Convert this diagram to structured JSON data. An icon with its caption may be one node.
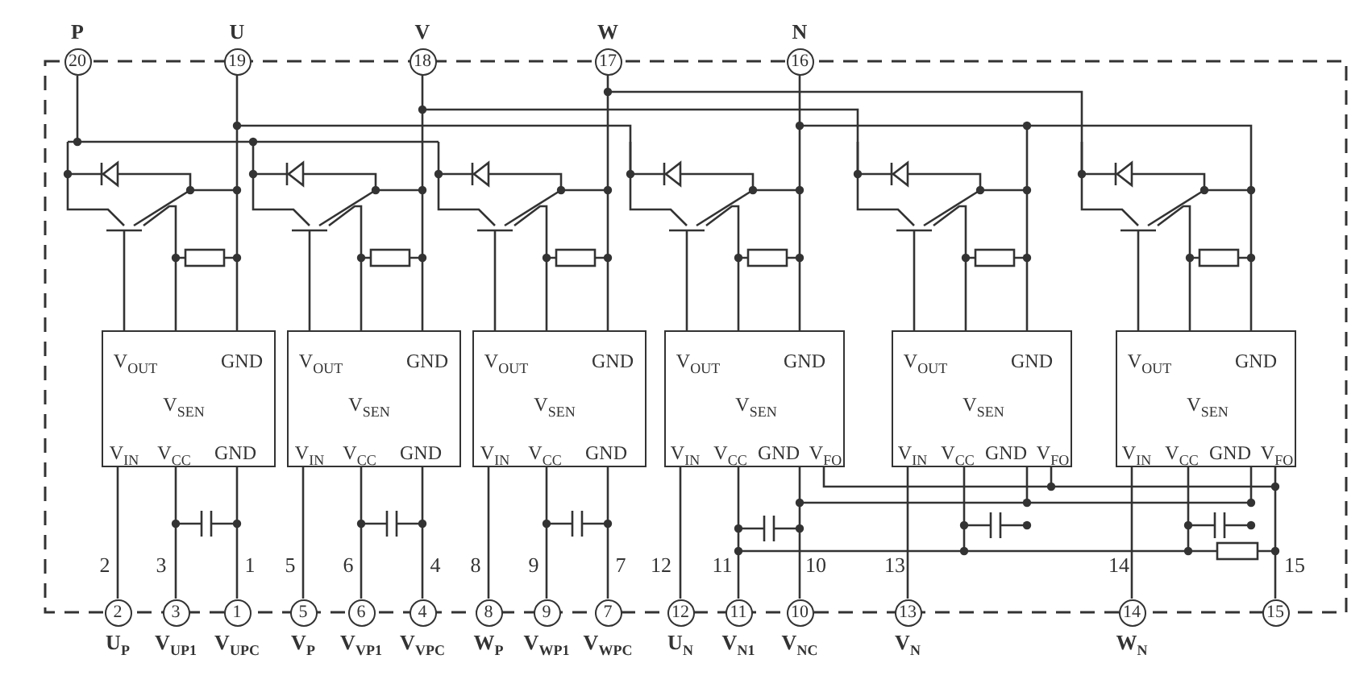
{
  "diagram": {
    "nodes": [
      {
        "text": [
          "20"
        ],
        "beside": [
          "P"
        ]
      },
      {
        "text": [
          "19"
        ],
        "beside": [
          "U"
        ]
      },
      {
        "text": [
          "18"
        ],
        "beside": [
          "V"
        ]
      },
      {
        "text": [
          "17"
        ],
        "beside": [
          "W"
        ]
      },
      {
        "text": [
          "16"
        ],
        "beside": [
          "N"
        ]
      },
      {
        "text": [
          "V$_{OUT}$",
          "GND",
          "V$_{SEN}$",
          "V$_{IN}$",
          "V$_{CC}$",
          "GND"
        ]
      },
      {
        "text": [
          "V$_{OUT}$",
          "GND",
          "V$_{SEN}$",
          "V$_{IN}$",
          "V$_{CC}$",
          "GND"
        ]
      },
      {
        "text": [
          "V$_{OUT}$",
          "GND",
          "V$_{SEN}$",
          "V$_{IN}$",
          "V$_{CC}$",
          "GND"
        ]
      },
      {
        "text": [
          "V$_{OUT}$",
          "GND",
          "V$_{SEN}$",
          "V$_{IN}$",
          "V$_{CC}$",
          "GND",
          "V$_{FO}$"
        ]
      },
      {
        "text": [
          "V$_{OUT}$",
          "GND",
          "V$_{SEN}$",
          "V$_{IN}$",
          "V$_{CC}$",
          "GND",
          "V$_{FO}$"
        ]
      },
      {
        "text": [
          "V$_{OUT}$",
          "GND",
          "V$_{SEN}$",
          "V$_{IN}$",
          "V$_{CC}$",
          "GND",
          "V$_{FO}$"
        ]
      },
      {
        "text": [
          "2"
        ],
        "beside": [
          "U$_{P}$"
        ]
      },
      {
        "text": [
          "3"
        ],
        "beside": [
          "V$_{UP1}$"
        ]
      },
      {
        "text": [
          "1"
        ],
        "beside": [
          "V$_{UPC}$"
        ]
      },
      {
        "text": [
          "5"
        ],
        "beside": [
          "V$_{P}$"
        ]
      },
      {
        "text": [
          "6"
        ],
        "beside": [
          "V$_{VP1}$"
        ]
      },
      {
        "text": [
          "4"
        ],
        "beside": [
          "V$_{VPC}$"
        ]
      },
      {
        "text": [
          "8"
        ],
        "beside": [
          "W$_{P}$"
        ]
      },
      {
        "text": [
          "9"
        ],
        "beside": [
          "V$_{WP1}$"
        ]
      },
      {
        "text": [
          "7"
        ],
        "beside": [
          "V$_{WPC}$"
        ]
      },
      {
        "text": [
          "12"
        ],
        "beside": [
          "U$_{N}$"
        ]
      },
      {
        "text": [
          "11"
        ],
        "beside": [
          "V$_{N1}$"
        ]
      },
      {
        "text": [
          "10"
        ],
        "beside": [
          "V$_{NC}$"
        ]
      },
      {
        "text": [
          "13"
        ],
        "beside": [
          "V$_{N}$"
        ]
      },
      {
        "text": [
          "14"
        ],
        "beside": [
          "W$_{N}$"
        ]
      },
      {
        "text": [
          "15"
        ]
      }
    ],
    "edges": [
      {
        "from": 1,
        "to": 5,
        "arrow": "none"
      },
      {
        "from": 2,
        "to": 6,
        "arrow": "none"
      },
      {
        "from": 3,
        "to": 7,
        "arrow": "none"
      },
      {
        "from": 4,
        "to": 8,
        "arrow": "none"
      },
      {
        "from": 11,
        "to": 5,
        "arrow": "none"
      },
      {
        "from": 12,
        "to": 5,
        "arrow": "none"
      },
      {
        "from": 13,
        "to": 5,
        "arrow": "none"
      },
      {
        "from": 14,
        "to": 6,
        "arrow": "none"
      },
      {
        "from": 15,
        "to": 6,
        "arrow": "none"
      },
      {
        "from": 16,
        "to": 6,
        "arrow": "none"
      },
      {
        "from": 17,
        "to": 7,
        "arrow": "none"
      },
      {
        "from": 18,
        "to": 7,
        "arrow": "none"
      },
      {
        "from": 19,
        "to": 7,
        "arrow": "none"
      },
      {
        "from": 20,
        "to": 8,
        "arrow": "none"
      },
      {
        "from": 21,
        "to": 8,
        "arrow": "none"
      },
      {
        "from": 22,
        "to": 8,
        "arrow": "none"
      },
      {
        "from": 23,
        "to": 9,
        "arrow": "none"
      },
      {
        "from": 24,
        "to": 10,
        "arrow": "none"
      },
      {
        "from": 25,
        "to": 10,
        "arrow": "none"
      }
    ],
    "labels": [
      "2",
      "3",
      "1",
      "5",
      "6",
      "4",
      "8",
      "9",
      "7",
      "12",
      "11",
      "10",
      "13",
      "14",
      "15"
    ]
  }
}
